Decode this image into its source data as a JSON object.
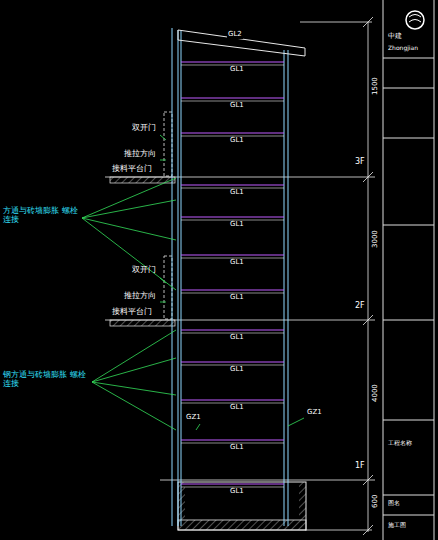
{
  "diagram": {
    "labels": [
      "GL2",
      "GL1",
      "GL1",
      "GL1",
      "GL1",
      "GL1",
      "GL1",
      "GL1",
      "GL1",
      "GL1",
      "GL1",
      "GL1",
      "GL1",
      "GZ1",
      "GZ1",
      "双开门",
      "推拉方向",
      "接料平台门",
      "双开门",
      "推拉方向",
      "接料平台门",
      "方通与砖墙膨胀 螺栓连接",
      "钢方通与砖墙膨胀 螺栓连接",
      "1500",
      "3F",
      "3000",
      "2F",
      "4000",
      "1F",
      "600",
      "中建",
      "Zhongjian",
      "工程名称",
      "图名",
      "施工图"
    ]
  }
}
